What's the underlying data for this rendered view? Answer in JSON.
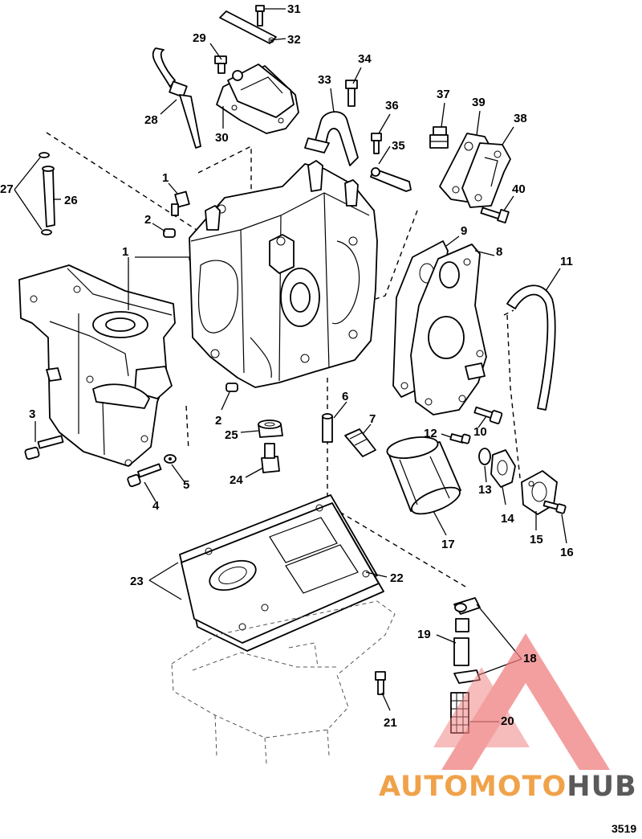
{
  "figure_id": "3519",
  "watermark": {
    "brand_part_1": "AUTOMOTO",
    "brand_part_2": "HUB",
    "color_primary": "#f0a24a",
    "color_secondary": "#5a5a5a",
    "triangle_color": "#ef7f7f"
  },
  "callouts": [
    {
      "id": "c31",
      "label": "31"
    },
    {
      "id": "c32",
      "label": "32"
    },
    {
      "id": "c29",
      "label": "29"
    },
    {
      "id": "c34",
      "label": "34"
    },
    {
      "id": "c33",
      "label": "33"
    },
    {
      "id": "c28",
      "label": "28"
    },
    {
      "id": "c30",
      "label": "30"
    },
    {
      "id": "c37",
      "label": "37"
    },
    {
      "id": "c39",
      "label": "39"
    },
    {
      "id": "c38",
      "label": "38"
    },
    {
      "id": "c36",
      "label": "36"
    },
    {
      "id": "c35",
      "label": "35"
    },
    {
      "id": "c27",
      "label": "27"
    },
    {
      "id": "c26",
      "label": "26"
    },
    {
      "id": "c1a",
      "label": "1"
    },
    {
      "id": "c2a",
      "label": "2"
    },
    {
      "id": "c40",
      "label": "40"
    },
    {
      "id": "c9",
      "label": "9"
    },
    {
      "id": "c1b",
      "label": "1"
    },
    {
      "id": "c8",
      "label": "8"
    },
    {
      "id": "c11",
      "label": "11"
    },
    {
      "id": "c6",
      "label": "6"
    },
    {
      "id": "c3",
      "label": "3"
    },
    {
      "id": "c2b",
      "label": "2"
    },
    {
      "id": "c7",
      "label": "7"
    },
    {
      "id": "c10",
      "label": "10"
    },
    {
      "id": "c25",
      "label": "25"
    },
    {
      "id": "c12",
      "label": "12"
    },
    {
      "id": "c24",
      "label": "24"
    },
    {
      "id": "c5",
      "label": "5"
    },
    {
      "id": "c4",
      "label": "4"
    },
    {
      "id": "c13",
      "label": "13"
    },
    {
      "id": "c14",
      "label": "14"
    },
    {
      "id": "c15",
      "label": "15"
    },
    {
      "id": "c17",
      "label": "17"
    },
    {
      "id": "c16",
      "label": "16"
    },
    {
      "id": "c23",
      "label": "23"
    },
    {
      "id": "c22",
      "label": "22"
    },
    {
      "id": "c19",
      "label": "19"
    },
    {
      "id": "c18",
      "label": "18"
    },
    {
      "id": "c21",
      "label": "21"
    },
    {
      "id": "c20",
      "label": "20"
    }
  ]
}
